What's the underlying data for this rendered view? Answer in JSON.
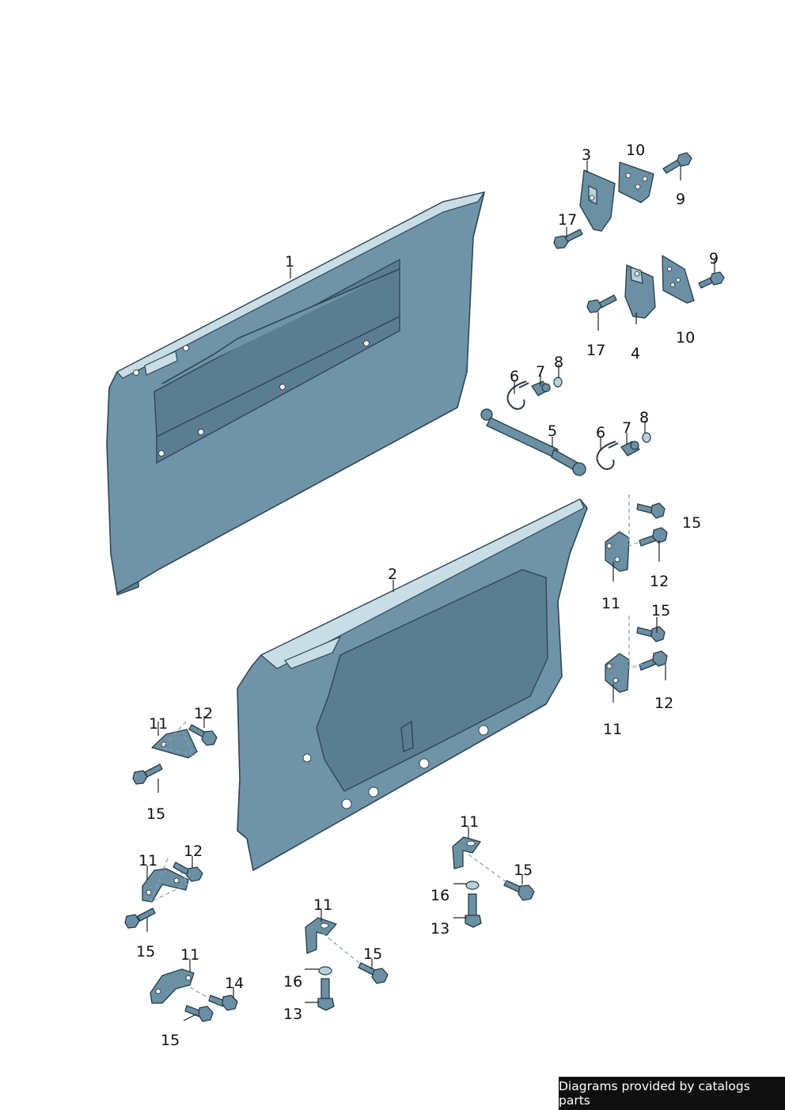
{
  "callouts": {
    "c1": "1",
    "c2": "2",
    "c3": "3",
    "c4": "4",
    "c5": "5",
    "c6a": "6",
    "c6b": "6",
    "c7a": "7",
    "c7b": "7",
    "c8a": "8",
    "c8b": "8",
    "c9a": "9",
    "c9b": "9",
    "c10a": "10",
    "c10b": "10",
    "c11a": "11",
    "c11b": "11",
    "c11c": "11",
    "c11d": "11",
    "c11e": "11",
    "c11f": "11",
    "c11g": "11",
    "c12a": "12",
    "c12b": "12",
    "c12c": "12",
    "c12d": "12",
    "c13a": "13",
    "c13b": "13",
    "c14": "14",
    "c15a": "15",
    "c15b": "15",
    "c15c": "15",
    "c15d": "15",
    "c15e": "15",
    "c15f": "15",
    "c15g": "15",
    "c16a": "16",
    "c16b": "16",
    "c17a": "17",
    "c17b": "17"
  },
  "footer": {
    "text": "Diagrams provided by catalogs parts"
  },
  "colors": {
    "part_fill": "#6f94a8",
    "outline": "#2f4654",
    "footer_bg": "#0f0f0f"
  }
}
